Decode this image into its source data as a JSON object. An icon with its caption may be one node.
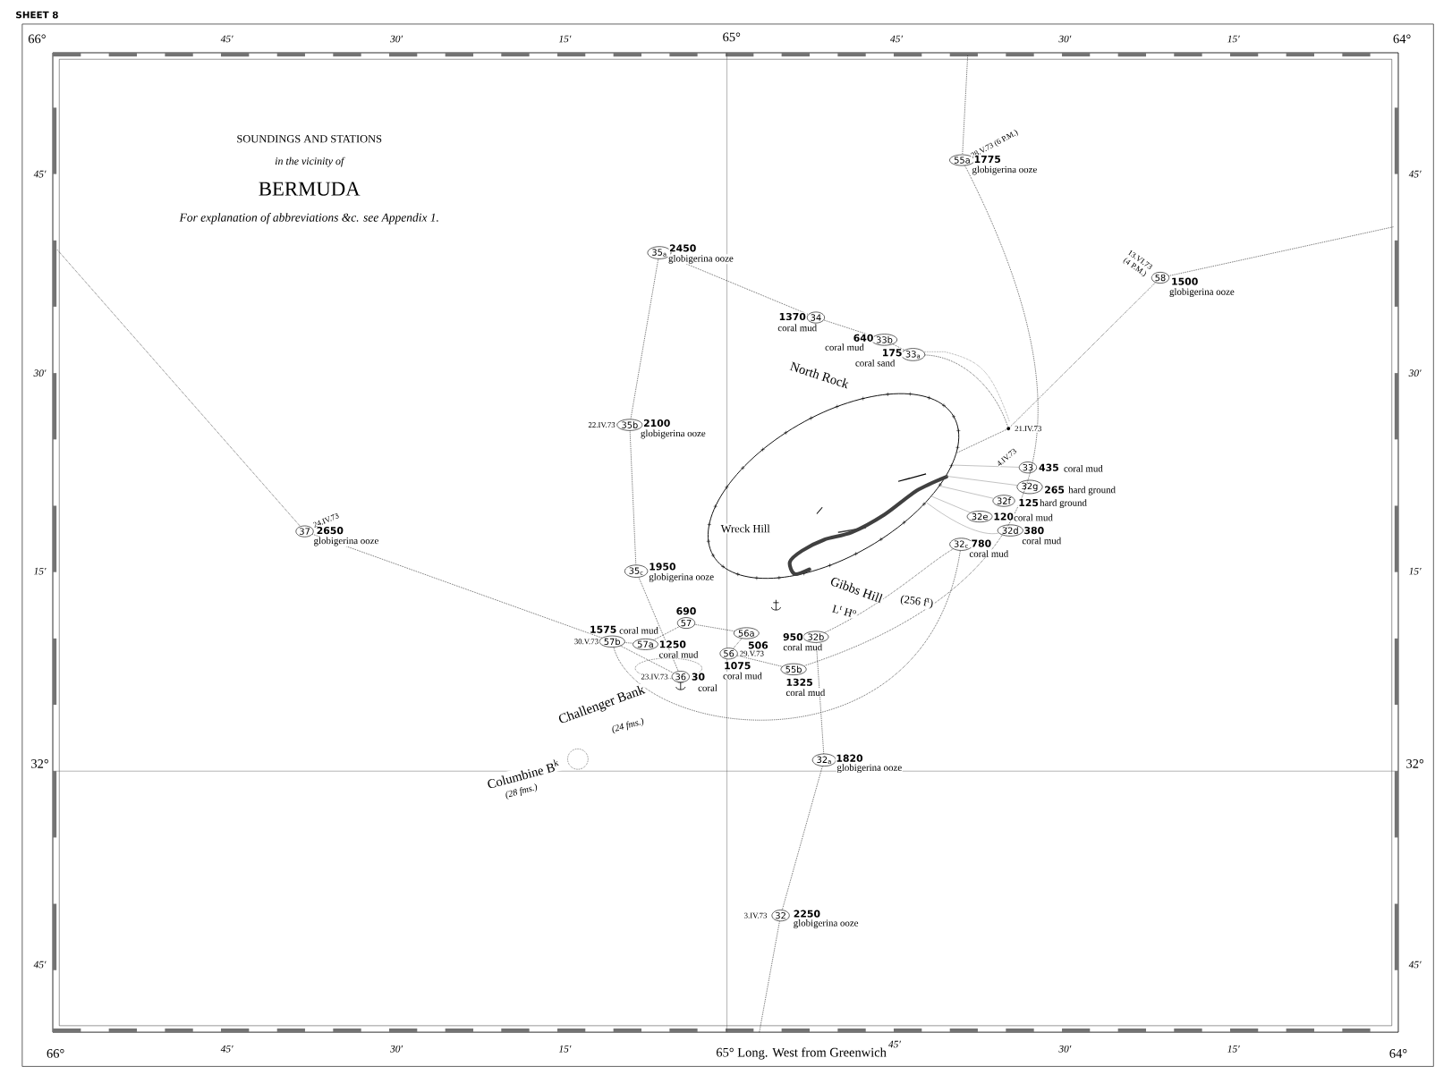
{
  "diagram": {
    "nodes": [
      {
        "text": [
          "35$_{a}$"
        ],
        "beside": [
          "2450",
          "globigerina ooze"
        ]
      },
      {
        "text": [
          "34"
        ],
        "beside": [
          "1370",
          "coral mud"
        ]
      },
      {
        "text": [
          "33b"
        ],
        "beside": [
          "640",
          "coral mud"
        ]
      },
      {
        "text": [
          "33$_{a}$"
        ],
        "beside": [
          "175",
          "coral sand"
        ]
      },
      {
        "text": [
          "55a"
        ],
        "beside": [
          "28.V.73 (6 P.M.)",
          "1775",
          "globigerina ooze"
        ]
      },
      {
        "text": [
          "58"
        ],
        "beside": [
          "13.VI.73 (4 P.M.)",
          "1500",
          "globigerina ooze"
        ]
      },
      {
        "text": [
          "35b"
        ],
        "beside": [
          "22.IV.73",
          "2100",
          "globigerina ooze"
        ]
      },
      {
        "text": [
          "37"
        ],
        "beside": [
          "24.IV.73",
          "2650",
          "globigerina ooze"
        ]
      },
      {
        "text": [
          "35$_{c}$"
        ],
        "beside": [
          "1950",
          "globigerina ooze"
        ]
      },
      {
        "text": [
          "33"
        ],
        "beside": [
          "4.IV.73",
          "435",
          "coral mud"
        ]
      },
      {
        "text": [
          "32g"
        ],
        "beside": [
          "265",
          "hard ground"
        ]
      },
      {
        "text": [
          "32f"
        ],
        "beside": [
          "125",
          "hard ground"
        ]
      },
      {
        "text": [
          "32e"
        ],
        "beside": [
          "120",
          "coral mud"
        ]
      },
      {
        "text": [
          "32d"
        ],
        "beside": [
          "380",
          "coral mud"
        ]
      },
      {
        "text": [
          "32$_{c}$"
        ],
        "beside": [
          "780",
          "coral mud"
        ]
      },
      {
        "text": [
          "57"
        ],
        "beside": [
          "690"
        ]
      },
      {
        "text": [
          "57b"
        ],
        "beside": [
          "30.V.73",
          "1575",
          "coral mud"
        ]
      },
      {
        "text": [
          "57a"
        ],
        "beside": [
          "1250",
          "coral mud"
        ]
      },
      {
        "text": [
          "36"
        ],
        "beside": [
          "23.IV.73",
          "30",
          "coral"
        ]
      },
      {
        "text": [
          "56a"
        ],
        "beside": [
          "506"
        ]
      },
      {
        "text": [
          "56"
        ],
        "beside": [
          "29.V.73",
          "1075",
          "coral mud"
        ]
      },
      {
        "text": [
          "32b"
        ],
        "beside": [
          "950",
          "coral mud"
        ]
      },
      {
        "text": [
          "55b"
        ],
        "beside": [
          "1325",
          "coral mud"
        ]
      },
      {
        "text": [
          "32$_{a}$"
        ],
        "beside": [
          "1820",
          "globigerina ooze"
        ]
      },
      {
        "text": [
          "32"
        ],
        "beside": [
          "3.IV.73",
          "2250",
          "globigerina ooze"
        ]
      },
      {
        "text": [],
        "shape": "circle",
        "beside": [
          "21.IV.73"
        ]
      },
      {
        "text": [],
        "shape": "picture"
      }
    ],
    "edges": [
      {
        "from": null,
        "to": 7,
        "arrow": "none",
        "style": "dashed"
      },
      {
        "from": 7,
        "to": 16,
        "arrow": "none",
        "style": "dashed"
      },
      {
        "from": 16,
        "to": 18,
        "arrow": "none",
        "style": "dashed"
      },
      {
        "from": 16,
        "to": 17,
        "arrow": "none",
        "style": "dashed"
      },
      {
        "from": 15,
        "to": 17,
        "arrow": "none",
        "style": "dashed"
      },
      {
        "from": 0,
        "to": 6,
        "arrow": "none",
        "style": "dashed"
      },
      {
        "from": 6,
        "to": 8,
        "arrow": "none",
        "style": "dashed"
      },
      {
        "from": 8,
        "to": 18,
        "arrow": "none",
        "style": "dashed"
      },
      {
        "from": 0,
        "to": 1,
        "arrow": "none",
        "style": "dashed"
      },
      {
        "from": 1,
        "to": 2,
        "arrow": "none",
        "style": "dashed"
      },
      {
        "from": 2,
        "to": 3,
        "arrow": "none",
        "style": "dashed"
      },
      {
        "from": 3,
        "to": 25,
        "arrow": "none",
        "style": "dashed"
      },
      {
        "from": null,
        "to": 4,
        "arrow": "none",
        "style": "dashed"
      },
      {
        "from": 4,
        "to": 22,
        "arrow": "none",
        "style": "dashed"
      },
      {
        "from": 5,
        "to": null,
        "arrow": "none",
        "style": "dashed"
      },
      {
        "from": 5,
        "to": 25,
        "arrow": "none",
        "style": "dashed"
      },
      {
        "from": 25,
        "to": 26,
        "arrow": "none",
        "style": "dashed"
      },
      {
        "from": 15,
        "to": 19,
        "arrow": "none",
        "style": "dashed"
      },
      {
        "from": 19,
        "to": 20,
        "arrow": "none",
        "style": "dashed"
      },
      {
        "from": 20,
        "to": 22,
        "arrow": "none",
        "style": "dashed"
      },
      {
        "from": 21,
        "to": 14,
        "arrow": "none",
        "style": "dashed"
      },
      {
        "from": null,
        "to": 24,
        "arrow": "none",
        "style": "dashed"
      },
      {
        "from": 24,
        "to": 23,
        "arrow": "none",
        "style": "dashed"
      },
      {
        "from": 23,
        "to": 21,
        "arrow": "none",
        "style": "dashed"
      },
      {
        "from": 16,
        "to": 14,
        "arrow": "none",
        "style": "dashed"
      },
      {
        "from": 9,
        "to": 26,
        "arrow": "none",
        "color": "#8a8a8a"
      },
      {
        "from": 10,
        "to": 26,
        "arrow": "none",
        "color": "#8a8a8a"
      },
      {
        "from": 11,
        "to": 26,
        "arrow": "none",
        "color": "#8a8a8a"
      },
      {
        "from": 12,
        "to": 26,
        "arrow": "none",
        "color": "#8a8a8a"
      },
      {
        "from": 13,
        "to": 26,
        "arrow": "none",
        "color": "#8a8a8a"
      }
    ],
    "labels": [
      "SHEET 8",
      "66°",
      "45′",
      "30′",
      "15′",
      "65°",
      "45′",
      "30′",
      "15′",
      "64°",
      "SOUNDINGS AND STATIONS",
      "in the vicinity of",
      "BERMUDA",
      "For explanation of abbreviations &c. see Appendix 1.",
      "45′",
      "45′",
      "North Rock",
      "30′",
      "30′",
      "Wreck Hill",
      "15′",
      "15′",
      "Gibbs Hill",
      "(256 f$^{t}$)",
      "L$^{t}$ H$^{o}$",
      "Challenger Bank",
      "(24 fms.)",
      "32°",
      "32°",
      "Columbine B$^{k}$",
      "(28 fms.)",
      "45′",
      "45′",
      "66°",
      "45′",
      "30′",
      "15′",
      "65° Long. West from Greenwich",
      "45′",
      "30′",
      "15′",
      "64°"
    ]
  }
}
